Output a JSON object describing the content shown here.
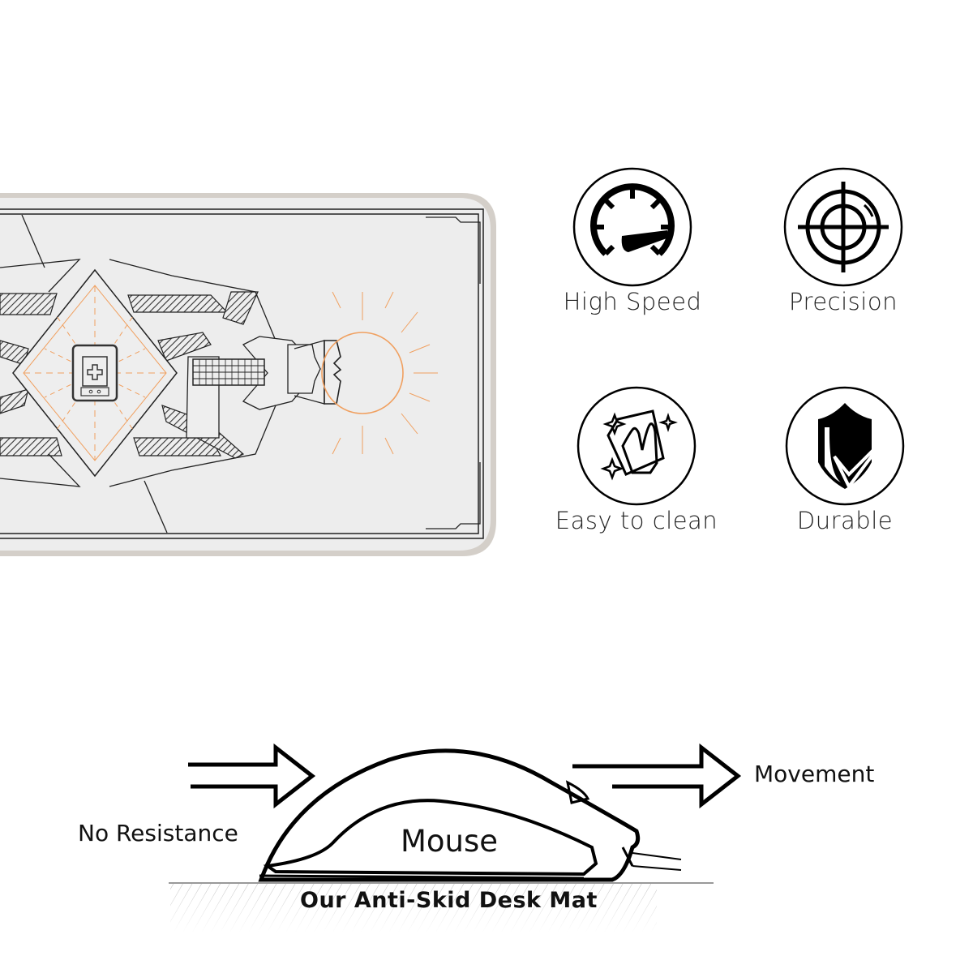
{
  "product_image": {
    "description": "White gaming desk mat with geometric line-art design featuring mechanical switch and keyboard",
    "accent_color": "#f0a060",
    "mat_color": "#ededed",
    "edge_color": "#cdc8c2"
  },
  "features": [
    {
      "label": "High Speed",
      "icon": "speedometer-icon"
    },
    {
      "label": "Precision",
      "icon": "crosshair-icon"
    },
    {
      "label": "Easy to clean",
      "icon": "wiping-hand-icon"
    },
    {
      "label": "Durable",
      "icon": "shield-check-icon"
    }
  ],
  "diagram": {
    "left_label": "No Resistance",
    "right_label": "Movement",
    "mouse_label": "Mouse",
    "surface_label": "Our Anti-Skid Desk Mat"
  }
}
